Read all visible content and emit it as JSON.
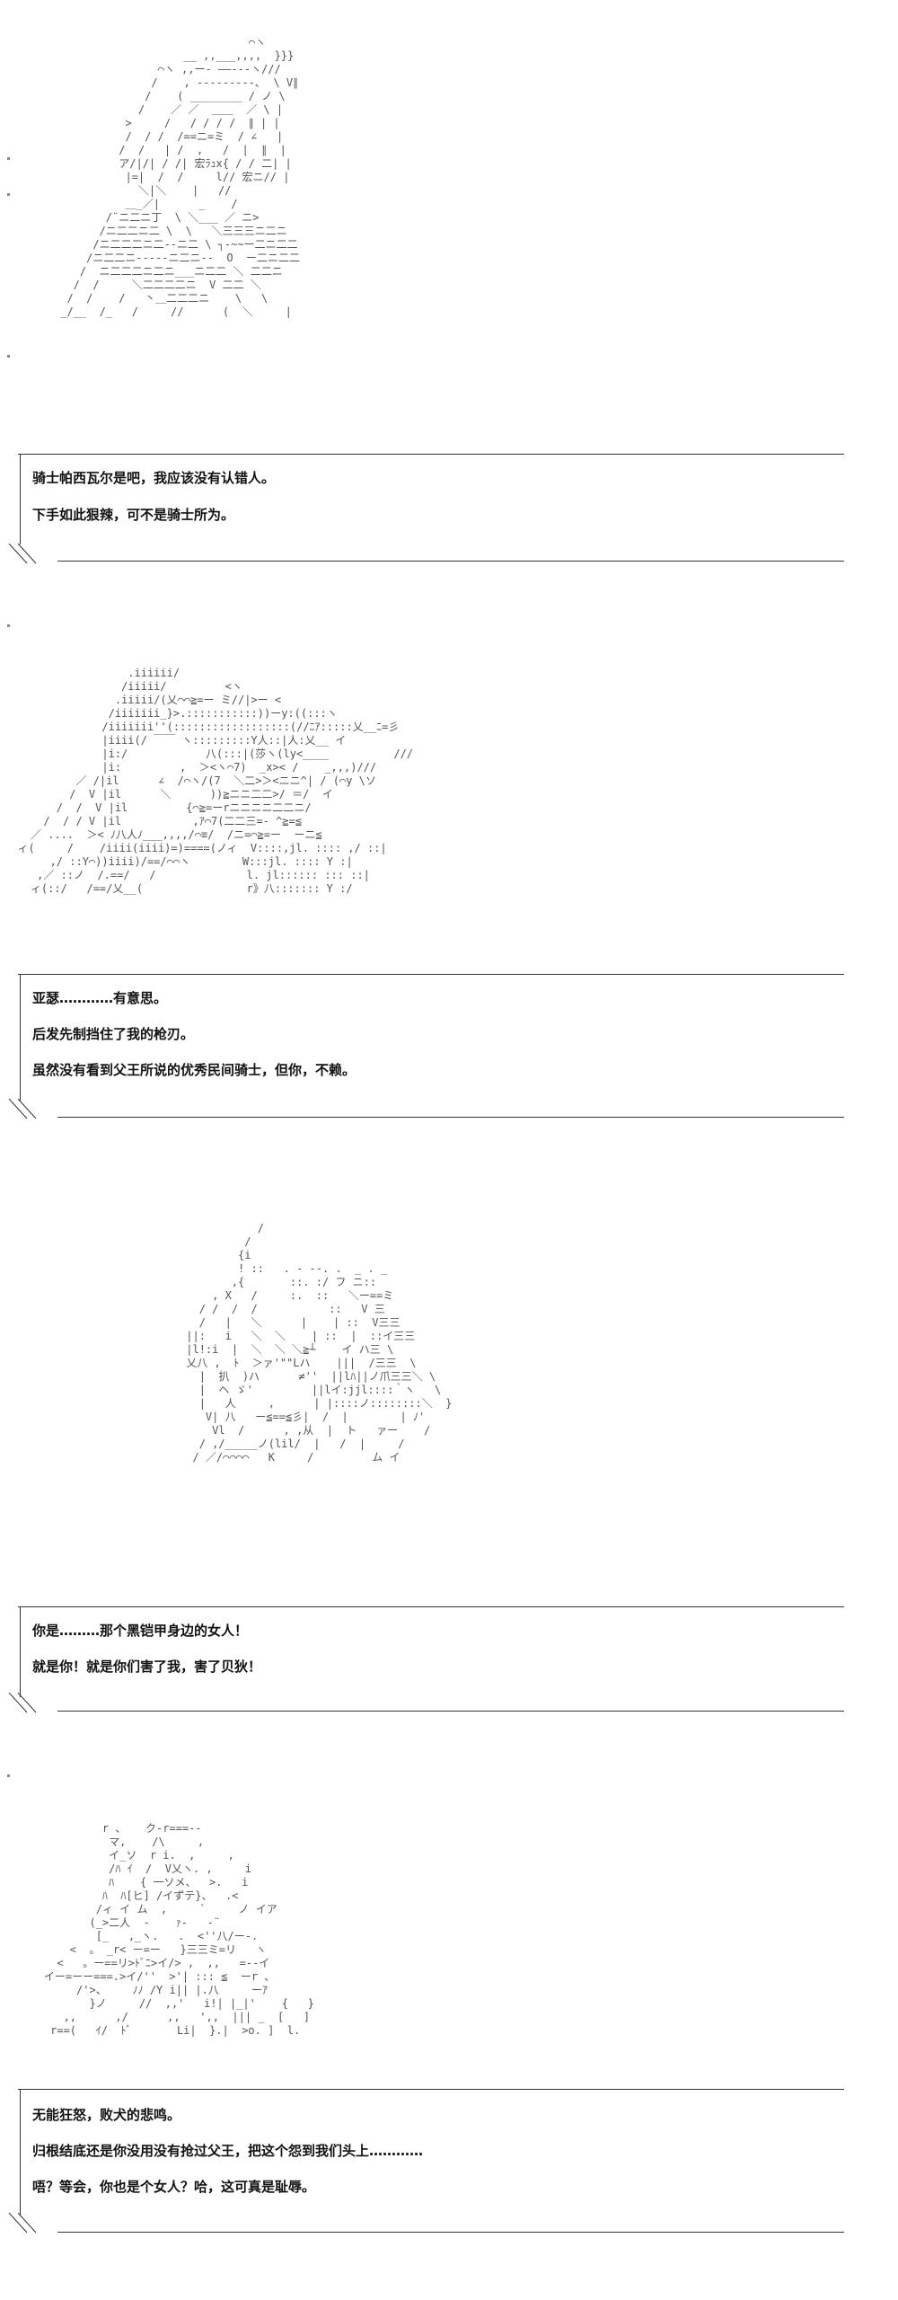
{
  "panels": [
    {
      "art": "                              ⌒ヽ\n                    __ ,,___,,,,  }}}\n                ⌒ヽ ,,ー‐ ――‐--ヽ///\n               /    , ---------､  \\ V∥\n              /    ( ________ / ノ \\\n             /    ／ ／  ＿＿  ／ \\ |\n           >     /   / / / /  ∥ | |\n           /  / /  /==ニ=ミ  / ∠   |\n          /  /   | /  ,   /  |  ∥  |\n          ア/|/| / /| 宏ﾗｭx{ / / 二| |\n           |=|  /  /     l// 宏ニ// |\n             ＼|＼    |   //\n           ＿_／|      _    /\n        /¨ニ二ニ丁  \\ ＼___ ／ ニ>\n       /ニ二二ニ二 \\  \\   ＼三三三ニ二ニ\n      /ニ二二二ニ二--ニ二 \\ ┐‐~~ー二ニ二二\n     /ニ二二ニ‐‐‐--ニ二ニ--  O  ー二ニ二二\n    /  ニ二二二ニ二ニ___ニ二二 ＼ 二二ニ\n   /  /     ＼二二二二ニ  V 二二 ＼\n  /  /    /   丶＿二二二ニ    \\   \\\n _/__  /_   /     //      (  ＼     |",
      "texts": [
        "骑士帕西瓦尔是吧，我应该没有认错人。",
        "下手如此狠辣，可不是骑士所为。"
      ]
    },
    {
      "art": "                   .iiiiii/\n                  /iiiii/         <ヽ\n                 .iiiii/(乂⌒⌒≧=ー ミ//|>ー <\n                /iiiiiii_}>.:::::::::::))ーy:((:::ヽ\n               /iiiiiii''(::::::::::::::::::(//ﾆｱ:::::乂__ﾆ=彡\n               |iiii(/ ￣￣ ヽ:::::::::Y人::|人:乂__ イ\n               |i:/            八(:::|(莎ヽ(ly<____          ///\n               |i:         ,  ＞<ヽ⌒7)  _x>< /    _,,,)///\n           ／ /|il      ∠  /⌒ヽ/(7  ＼二>＞<ニニ^| / (⌒y \\ソ\n          /  V |il      ＼      ))≧ニニ二二>/ ＝/  イ\n        /  /  V |il         {⌒≧=ーrニニニニ二二ニ/\n      /  / / V |il           ,ｱ⌒7(二二三=- ^≧=≦\n    ／ ....  ＞< ﾉ八人ﾉ___,,,,/⌒≡/  /ニ=⌒≧=ー  ーニ≦\n  ィ(     /    /iiii(iiii)=)====(ノィ  V::::,jl. :::: ,/ ::|\n       ,/ ::Y⌒))iiii)/==/⌒⌒ヽ        W:::jl. :::: Y :|\n     ,／ ::ノ  /.==/   /              l. jl:::::: ::: ::|\n    ィ(::/   /==/乂__(                r》八::::::: Y :/",
      "texts": [
        "亚瑟…………有意思。",
        "后发先制挡住了我的枪刃。",
        "虽然没有看到父王所说的优秀民间骑士，但你，不赖。"
      ]
    },
    {
      "art": "                     /\n                   /\n                  {i\n                  ! ::   . ‐ ‐-. .  _ . _\n                 ,{       ::. :/ フ ニ::\n              , X   /     :.  ::   ＼ー==ミ\n            / /  /  /           ::   V 三\n            /   |   ＼      |    | ::  V三三\n          ||:   i   ＼  ＼    | ::  |  ::イ三三\n          |l!:i  |  ＼  ＼ ＼≧┴    イ ハ三 \\\n          乂八 ,  ﾄ  ＞ァ'\"\"Lハ    |||  /三三  \\\n            |  扒  )ハ      ≠''  ||lﾊ||ノ爪三三＼ \\\n            |  ヘ ゞ'         ||lイ:jjl::::｀ヽ   \\\n            |   人     ,      | |::::ノ::::::::＼  }\n             V| 八   ー≦==≦彡|  /  |        | ﾉ'\n              Vl  /      , ,从  |  ト   ァー    /\n            / ,/_____ノ(lil/  |   /  |     /\n           / ／/⌒⌒⌒⌒   K     /         ム イ",
      "texts": [
        "你是………那个黑铠甲身边的女人！",
        "就是你！就是你们害了我，害了贝狄！"
      ]
    },
    {
      "art": "             r 、   ク-r===‐-\n              マ,    /\\     ,\n              イ_ソ  r i.  ,     ,\n              /ﾊ ｲ  /  V乂ヽ. ,     i\n              ﾊ    { 一ソメ、  >.   i\n             ﾊ  ﾊ[ヒ] /イずテ}、  .<\n            /ィ イ ム  ,     `     ノ イア\n           (_>二人  -    ｧ-   ‐¨\n            [_   ,_ヽ.   .  <''八/ー-.\n        <  。 _r< ー=ー   }三三ミ=リ   ヽ\n      <   。ー==リ>ﾄﾞﾆ>イ/> ,  ,,   =-‐イ\n    イー=ーー===.>イ/''  >'| ::: ≦  ーr 、\n         /'>、    ﾉﾉ /Y i|| |.八     ーｱ\n           }ノ     //  ,,'   i!| |_|'    {   }\n       ,,      ,/      ,,   ',,  ||| _  [   ]\n     r==(   ｲ/  ﾄﾞ       Li|  }.|  >o. ]  l.",
      "texts": [
        "无能狂怒，败犬的悲鸣。",
        "归根结底还是你没用没有抢过父王，把这个怨到我们头上…………",
        "唔？等会，你也是个女人？哈，这可真是耻辱。"
      ]
    }
  ]
}
